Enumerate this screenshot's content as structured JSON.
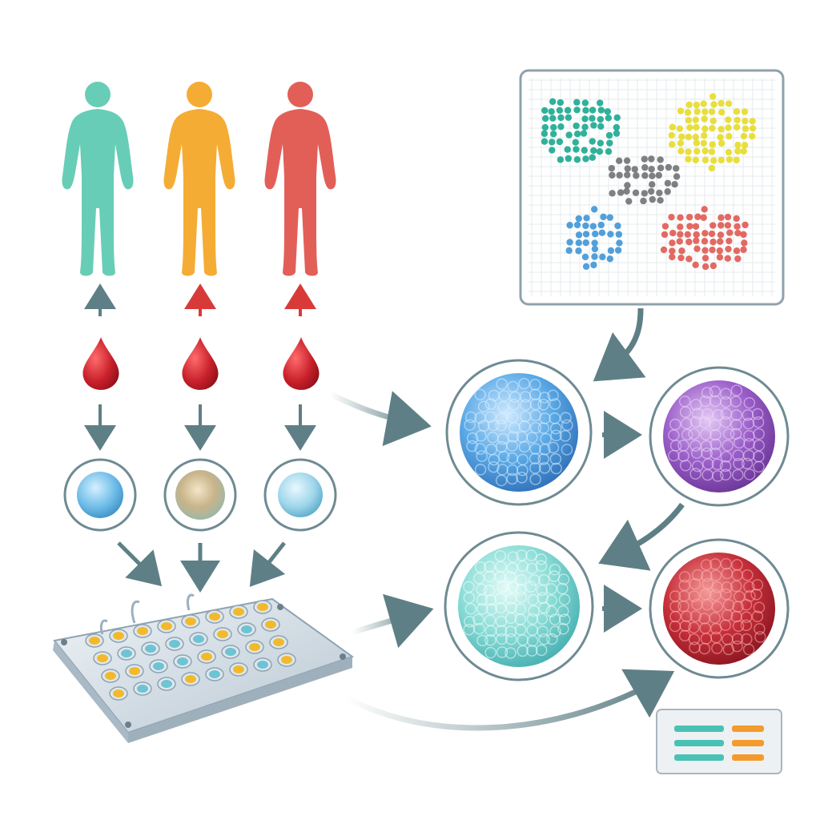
{
  "palette": {
    "teal": "#5cc9b0",
    "orange": "#f5a623",
    "red": "#e0524a",
    "blood": "#c8202b",
    "arrow_gray": "#5f7f86",
    "arrow_red": "#d83a3a",
    "sphere_blue": "#5aa9e6",
    "sphere_purple": "#9b5ec9",
    "sphere_aqua": "#6fd3d0",
    "sphere_crimson": "#c7303a",
    "cluster_teal": "#1aa88f",
    "cluster_yellow": "#e6dc2a",
    "cluster_gray": "#707274",
    "cluster_blue": "#3f96d6",
    "cluster_red": "#e05a52"
  },
  "donors": [
    {
      "name": "donor-1",
      "color": "#5cc9b0",
      "arrow": "gray",
      "organoid": "blue"
    },
    {
      "name": "donor-2",
      "color": "#f5a623",
      "arrow": "red",
      "organoid": "mixed"
    },
    {
      "name": "donor-3",
      "color": "#e0524a",
      "arrow": "red",
      "organoid": "lightblue"
    }
  ],
  "icons": {
    "person": "human-silhouette-icon",
    "blood": "blood-drop-icon",
    "organoid": "cell-organoid-icon",
    "chip": "microfluidic-plate-icon",
    "plot": "cluster-scatter-plot-icon",
    "legend": "legend-card-icon"
  },
  "clusters": [
    {
      "name": "teal-cluster",
      "color": "#1aa88f"
    },
    {
      "name": "yellow-cluster",
      "color": "#e6dc2a"
    },
    {
      "name": "gray-cluster",
      "color": "#707274"
    },
    {
      "name": "blue-cluster",
      "color": "#3f96d6"
    },
    {
      "name": "red-cluster",
      "color": "#e05a52"
    }
  ],
  "legend": [
    {
      "left": "#49c2b4",
      "right": "#f39b2c"
    },
    {
      "left": "#49c2b4",
      "right": "#f39b2c"
    },
    {
      "left": "#49c2b4",
      "right": "#f39b2c"
    }
  ]
}
